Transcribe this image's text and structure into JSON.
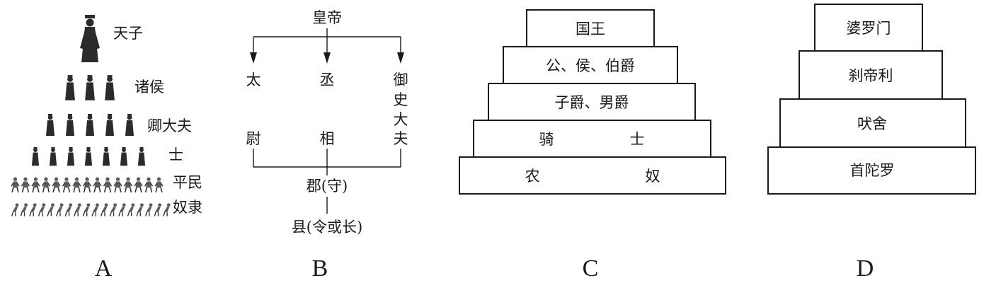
{
  "panel_a": {
    "letter": "A",
    "tiers": [
      {
        "label": "天子",
        "count": 1
      },
      {
        "label": "诸侯",
        "count": 3
      },
      {
        "label": "卿大夫",
        "count": 5
      },
      {
        "label": "士",
        "count": 7
      },
      {
        "label": "平民",
        "count": 15
      },
      {
        "label": "奴隶",
        "count": 18
      }
    ]
  },
  "panel_b": {
    "letter": "B",
    "top": "皇帝",
    "col_left_1": "太",
    "col_left_2": "尉",
    "col_mid_1": "丞",
    "col_mid_2": "相",
    "col_right": [
      "御",
      "史",
      "大",
      "夫"
    ],
    "prefecture": "郡(守)",
    "county": "县(令或长)"
  },
  "panel_c": {
    "letter": "C",
    "tiers": [
      {
        "text": "国王"
      },
      {
        "text": "公、侯、伯爵"
      },
      {
        "text": "子爵、男爵"
      },
      {
        "text": "骑",
        "text2": "士"
      },
      {
        "text": "农",
        "text2": "奴"
      }
    ]
  },
  "panel_d": {
    "letter": "D",
    "tiers": [
      {
        "text": "婆罗门"
      },
      {
        "text": "刹帝利"
      },
      {
        "text": "吠舍"
      },
      {
        "text": "首陀罗"
      }
    ]
  }
}
